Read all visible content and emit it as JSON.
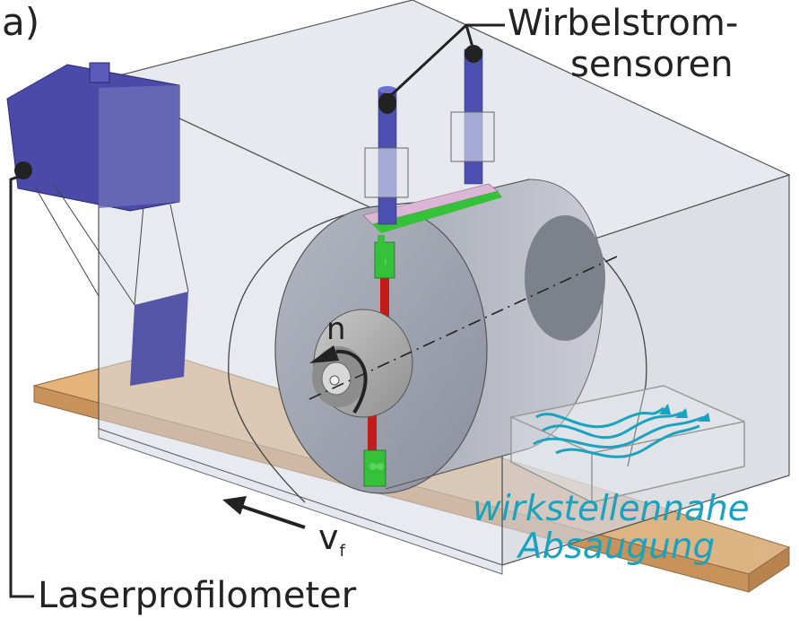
{
  "figure": {
    "panel_label": "a)",
    "labels": {
      "sensor_line1": "Wirbelstrom-",
      "sensor_line2": "sensoren",
      "laser": "Laserprofilometer",
      "feed_symbol": "v",
      "feed_subscript": "f",
      "rotation_symbol": "n",
      "suction_line1": "wirkstellennahe",
      "suction_line2": "Absaugung"
    },
    "colors": {
      "text": "#222222",
      "suction_text": "#1aa3be",
      "sensor_blue": "#4b4fb0",
      "laser_blue": "#4a4aa8",
      "wood": "#e0b47e",
      "wood_side": "#c9955a",
      "housing": "#c8ccd6",
      "cutter_body": "#9da1ad",
      "hub": "#b6b6b6",
      "red_segment": "#c41b1b",
      "green_part": "#35c23a",
      "pink_part": "#dcb6d6",
      "flow": "#1aa3be"
    }
  }
}
